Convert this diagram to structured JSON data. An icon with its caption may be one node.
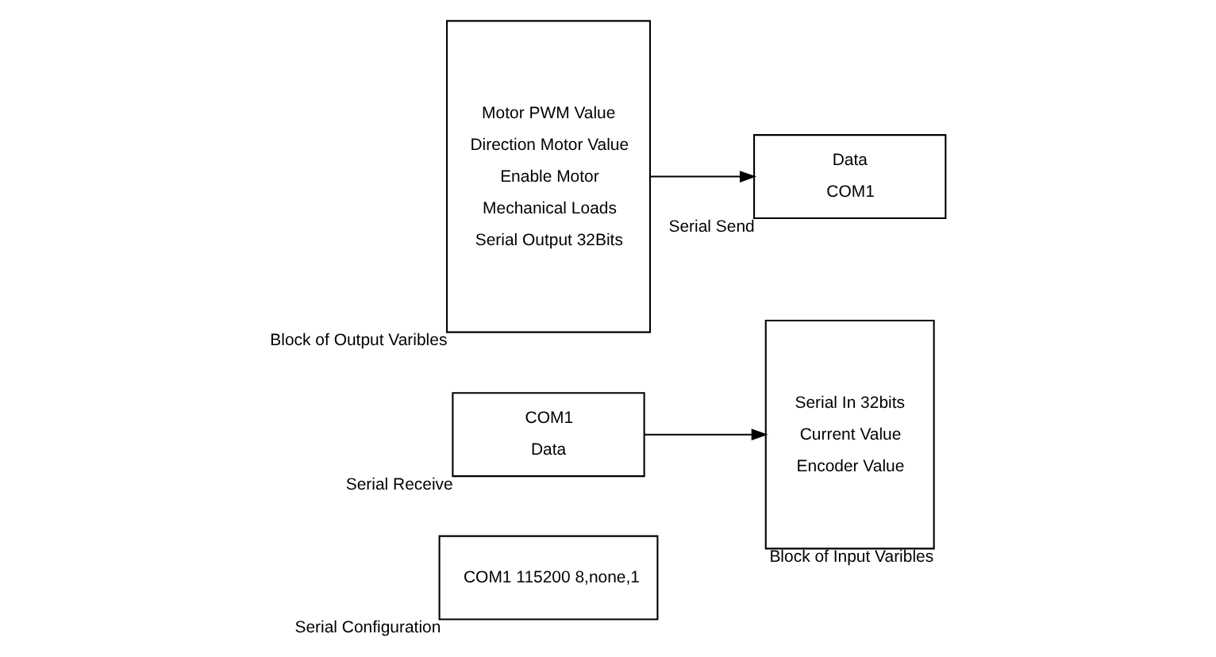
{
  "diagram": {
    "nodes": [
      {
        "text": [
          "COM1 115200 8,none,1"
        ],
        "beside": [
          "Serial Configuration"
        ]
      },
      {
        "text": [
          "COM1",
          "Data"
        ],
        "beside": [
          "Serial Receive"
        ]
      },
      {
        "text": [
          "Serial In 32bits",
          "Current Value",
          "Encoder Value"
        ],
        "beside": [
          "Block of Input Varibles"
        ]
      },
      {
        "text": [
          "Motor PWM Value",
          "Direction Motor Value",
          "Enable Motor",
          "Mechanical Loads",
          "Serial Output 32Bits"
        ],
        "beside": [
          "Block of Output Varibles"
        ]
      },
      {
        "text": [
          "Data",
          "COM1"
        ],
        "beside": [
          "Serial Send"
        ]
      }
    ],
    "edges": [
      {
        "from": 1,
        "to": 2,
        "arrow": "to"
      },
      {
        "from": 3,
        "to": 4,
        "arrow": "to"
      }
    ]
  }
}
